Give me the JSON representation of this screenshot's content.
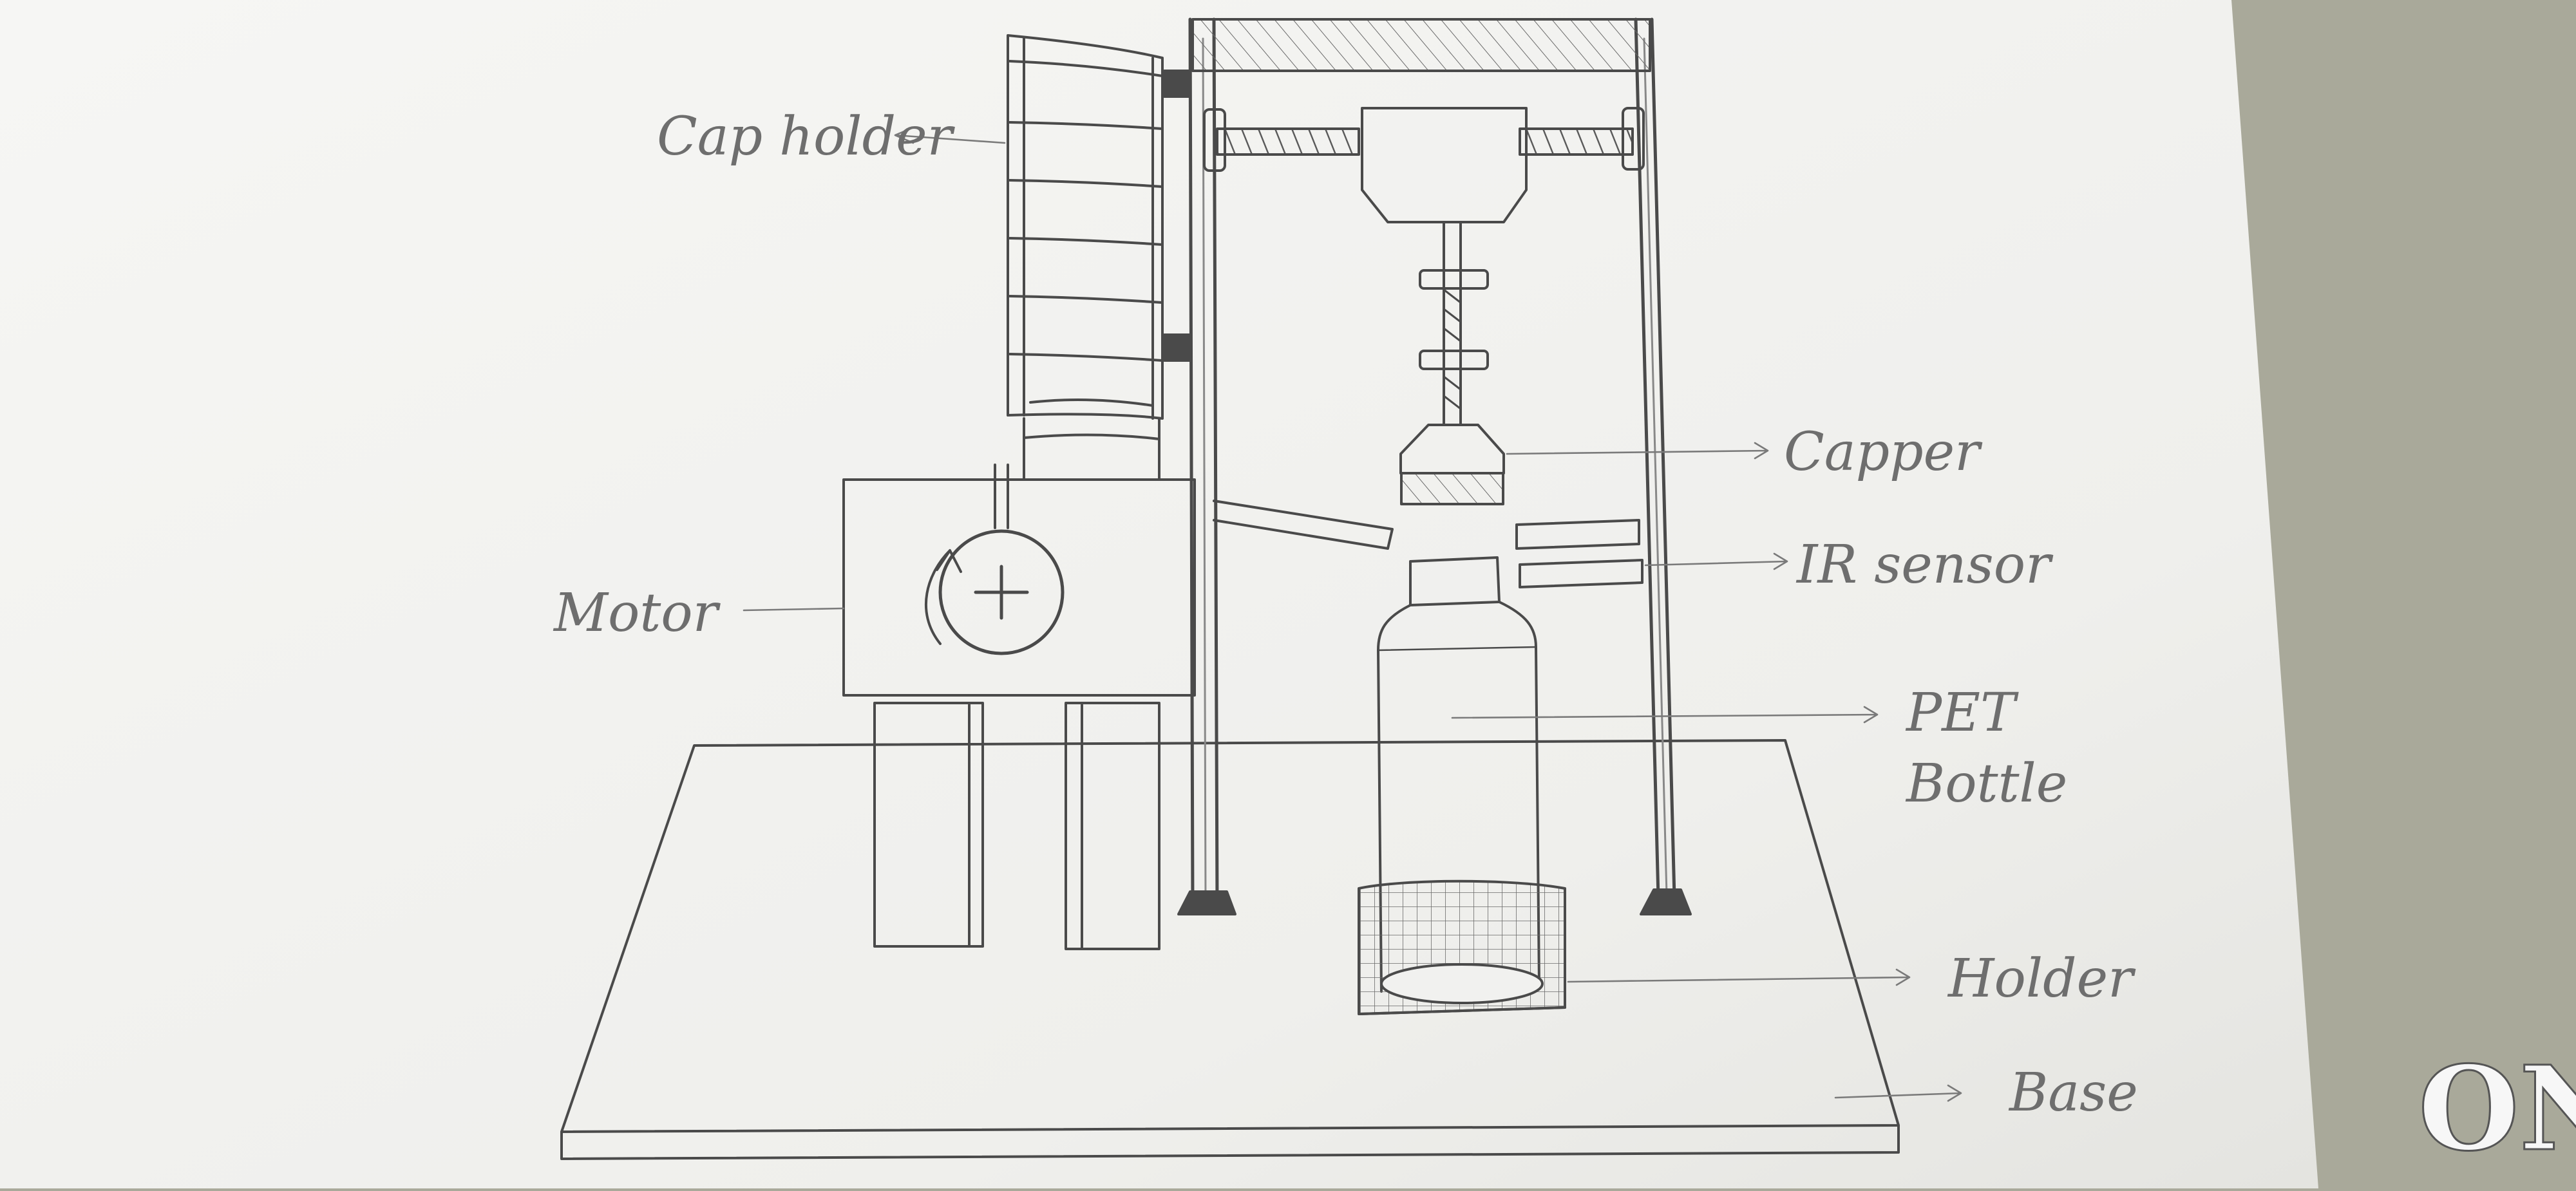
{
  "labels": {
    "cap_holder": "Cap holder",
    "capper": "Capper",
    "ir_sensor": "IR sensor",
    "motor": "Motor",
    "pet_bottle": "PET",
    "pet_bottle_2": "Bottle",
    "holder": "Holder",
    "base": "Base"
  },
  "watermark": "ON",
  "colors": {
    "paper": "#f3f3f1",
    "wall": "#a9a99a",
    "pencil": "#4a4a4a",
    "label_pencil": "#6e6e6e"
  }
}
